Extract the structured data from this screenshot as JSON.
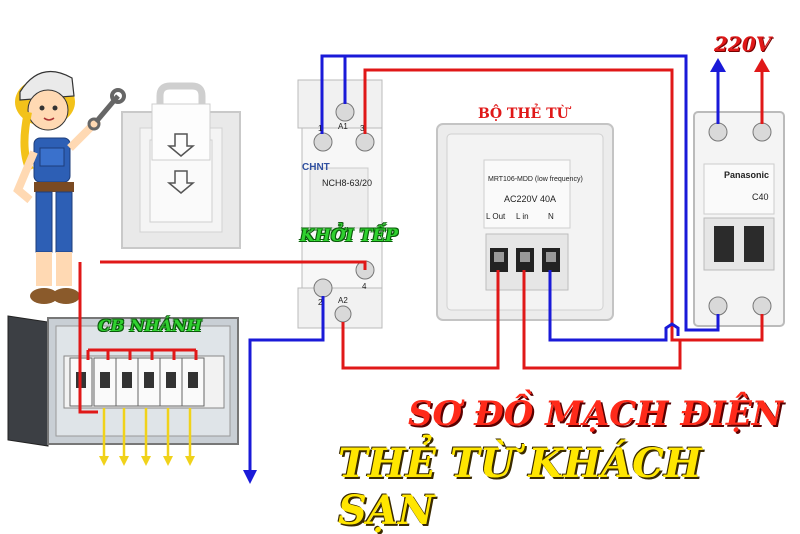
{
  "labels": {
    "voltage": "220V",
    "card_reader": "BỘ THẺ TỪ",
    "contactor": "KHỞI TẾP",
    "branch_breaker": "CB NHÁNH",
    "title_line1": "SƠ ĐỒ MẠCH ĐIỆN",
    "title_line2": "THẺ TỪ KHÁCH SẠN"
  },
  "contactor": {
    "brand": "CHNT",
    "model": "NCH8-63/20",
    "terminal_a1": "A1",
    "terminal_a2": "A2",
    "terminal_1": "1",
    "terminal_2": "2",
    "terminal_3": "3",
    "terminal_4": "4"
  },
  "card_reader": {
    "model_text": "MRT106-MDD (low frequency)",
    "rating": "AC220V  40A",
    "terminal_lout": "L Out",
    "terminal_lin": "L in",
    "terminal_n": "N"
  },
  "main_breaker": {
    "brand": "Panasonic",
    "rating": "C40"
  },
  "colors": {
    "live": "#e01818",
    "neutral": "#1a1ad8",
    "output": "#f0d21a",
    "label_green": "#2fd12f"
  }
}
